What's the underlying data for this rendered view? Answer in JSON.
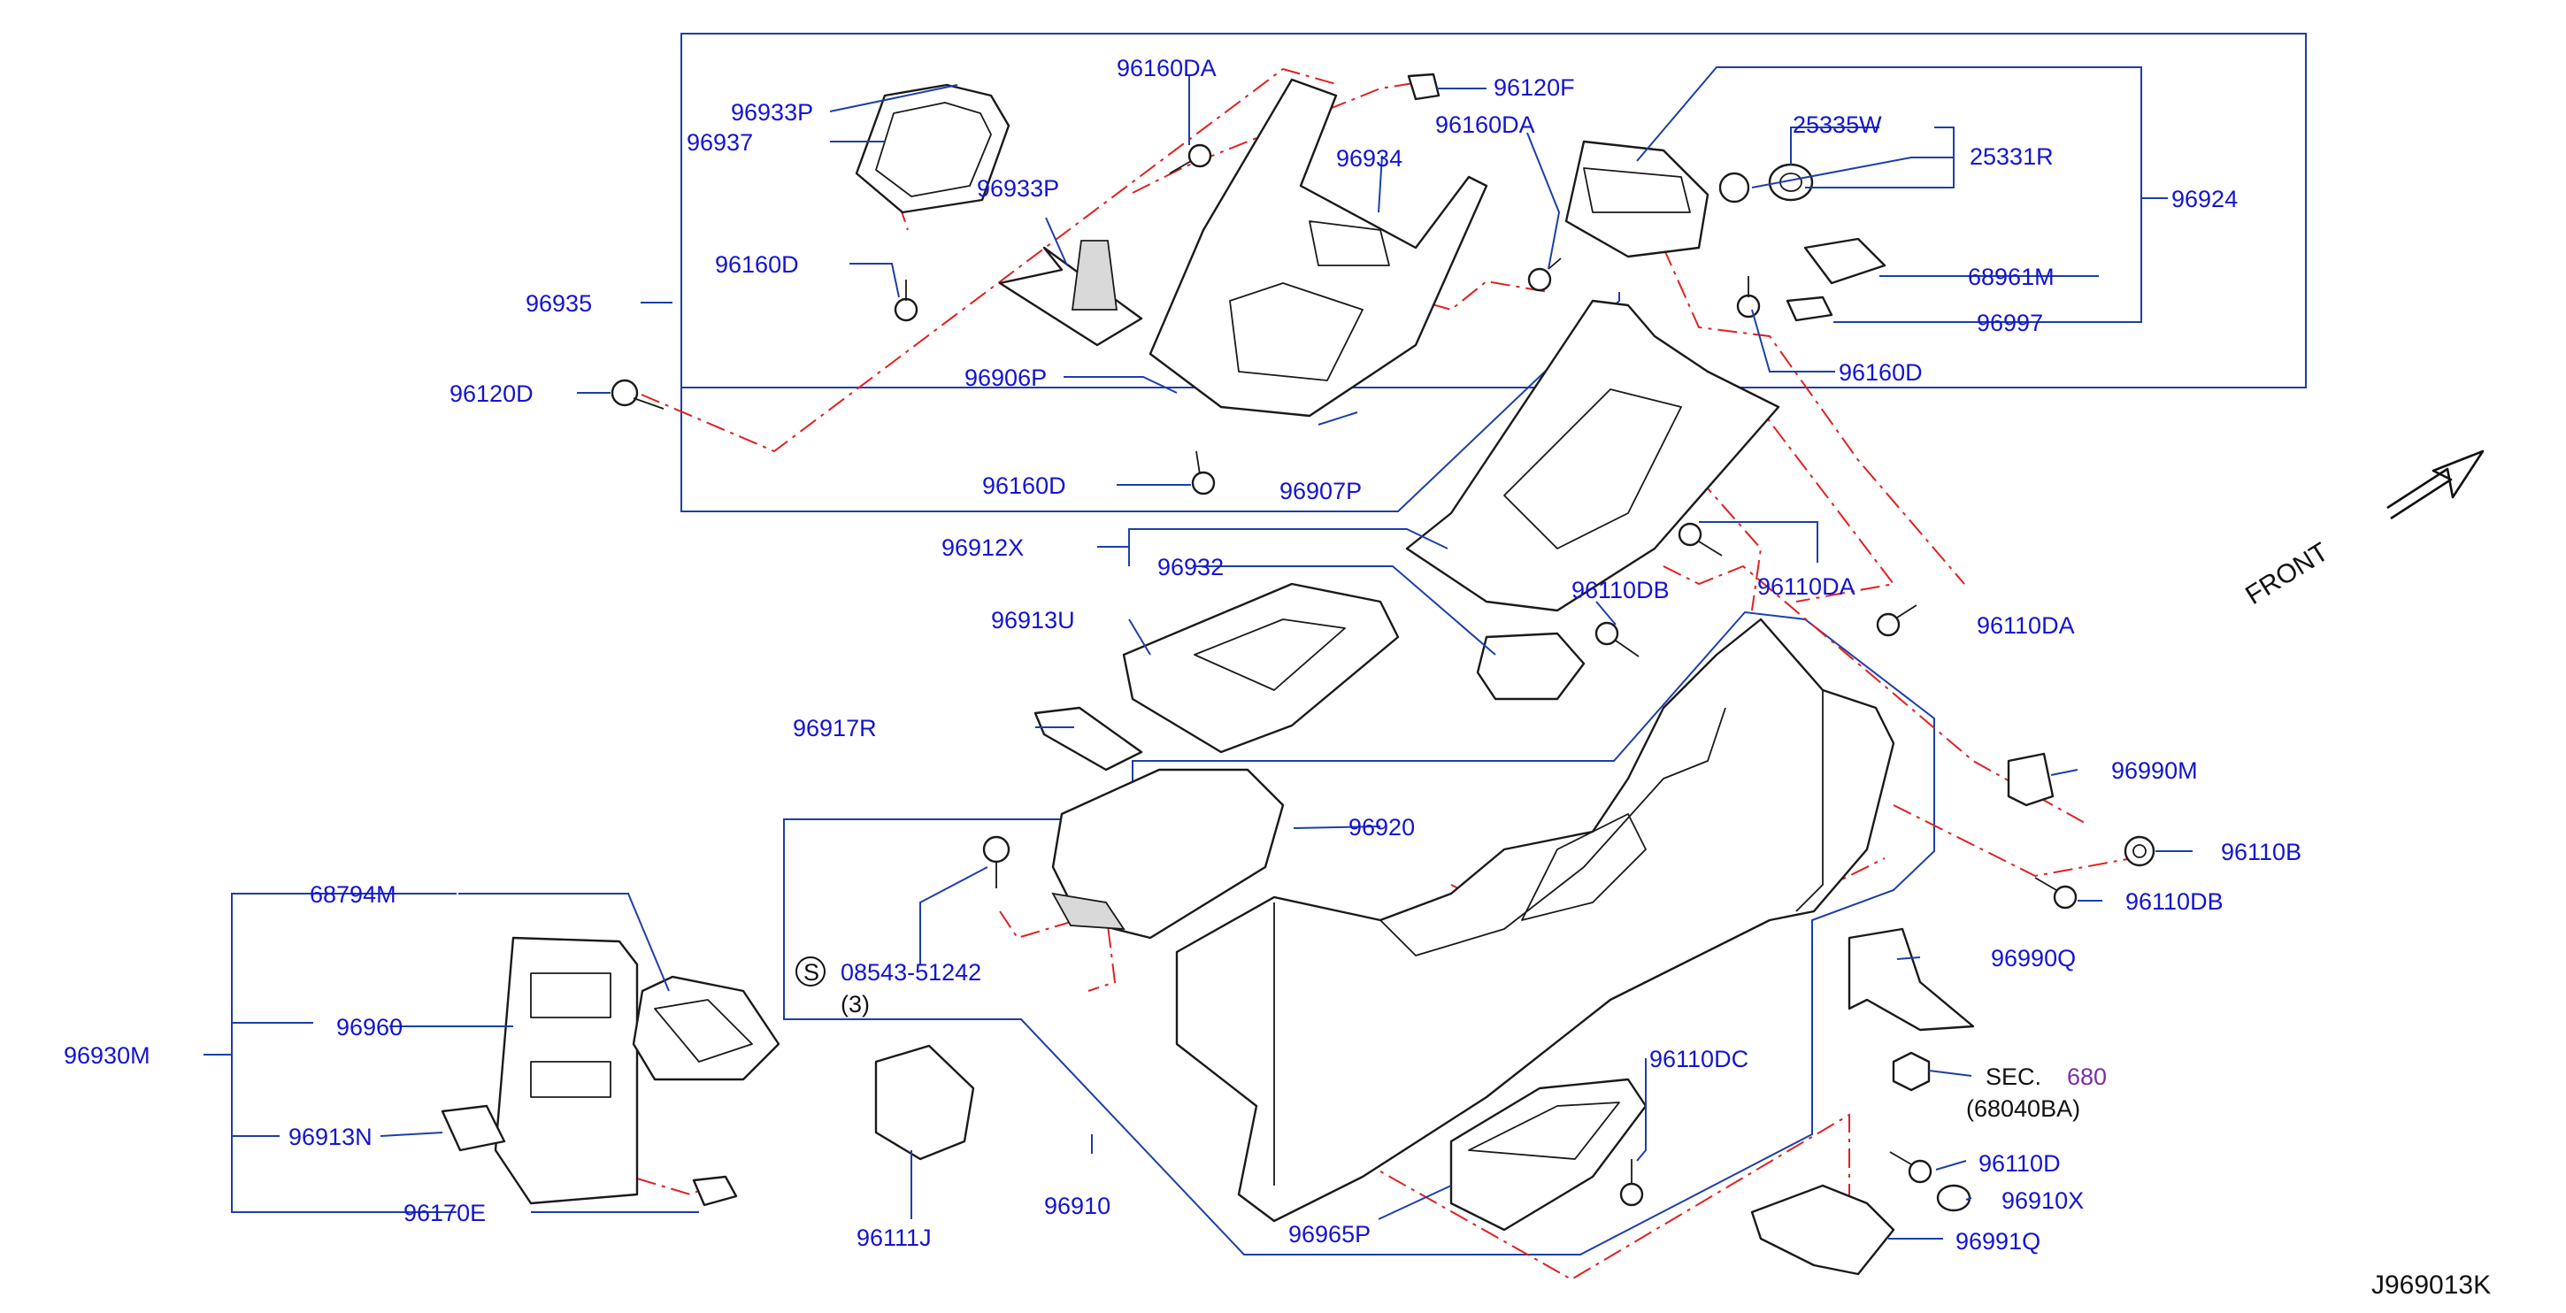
{
  "diagram_id": "J969013K",
  "front_label": "FRONT",
  "labels": {
    "p96933P_a": "96933P",
    "p96937": "96937",
    "p96160DA_a": "96160DA",
    "p96120F": "96120F",
    "p96160DA_b": "96160DA",
    "p25335W": "25335W",
    "p25331R": "25331R",
    "p96924": "96924",
    "p96934": "96934",
    "p96933P_b": "96933P",
    "p96160D_a": "96160D",
    "p96935": "96935",
    "p68961M": "68961M",
    "p96997": "96997",
    "p96160D_b": "96160D",
    "p96120D": "96120D",
    "p96906P": "96906P",
    "p96160D_c": "96160D",
    "p96907P": "96907P",
    "p96912X": "96912X",
    "p96932": "96932",
    "p96110DB_a": "96110DB",
    "p96110DA_a": "96110DA",
    "p96110DA_b": "96110DA",
    "p96913U": "96913U",
    "p96917R": "96917R",
    "p96990M": "96990M",
    "p96920": "96920",
    "p96110B": "96110B",
    "p96110DB_b": "96110DB",
    "p08543": "08543-51242",
    "p08543_qty": "(3)",
    "s_symbol": "S",
    "p68794M": "68794M",
    "p96930M": "96930M",
    "p96960": "96960",
    "p96913N": "96913N",
    "p96170E": "96170E",
    "p96990Q": "96990Q",
    "p96110DC": "96110DC",
    "sec_prefix": "SEC.",
    "sec_number": "680",
    "sec_sub": "(68040BA)",
    "p96110D": "96110D",
    "p96910X": "96910X",
    "p96991Q": "96991Q",
    "p96111J": "96111J",
    "p96910": "96910",
    "p96965P": "96965P"
  }
}
